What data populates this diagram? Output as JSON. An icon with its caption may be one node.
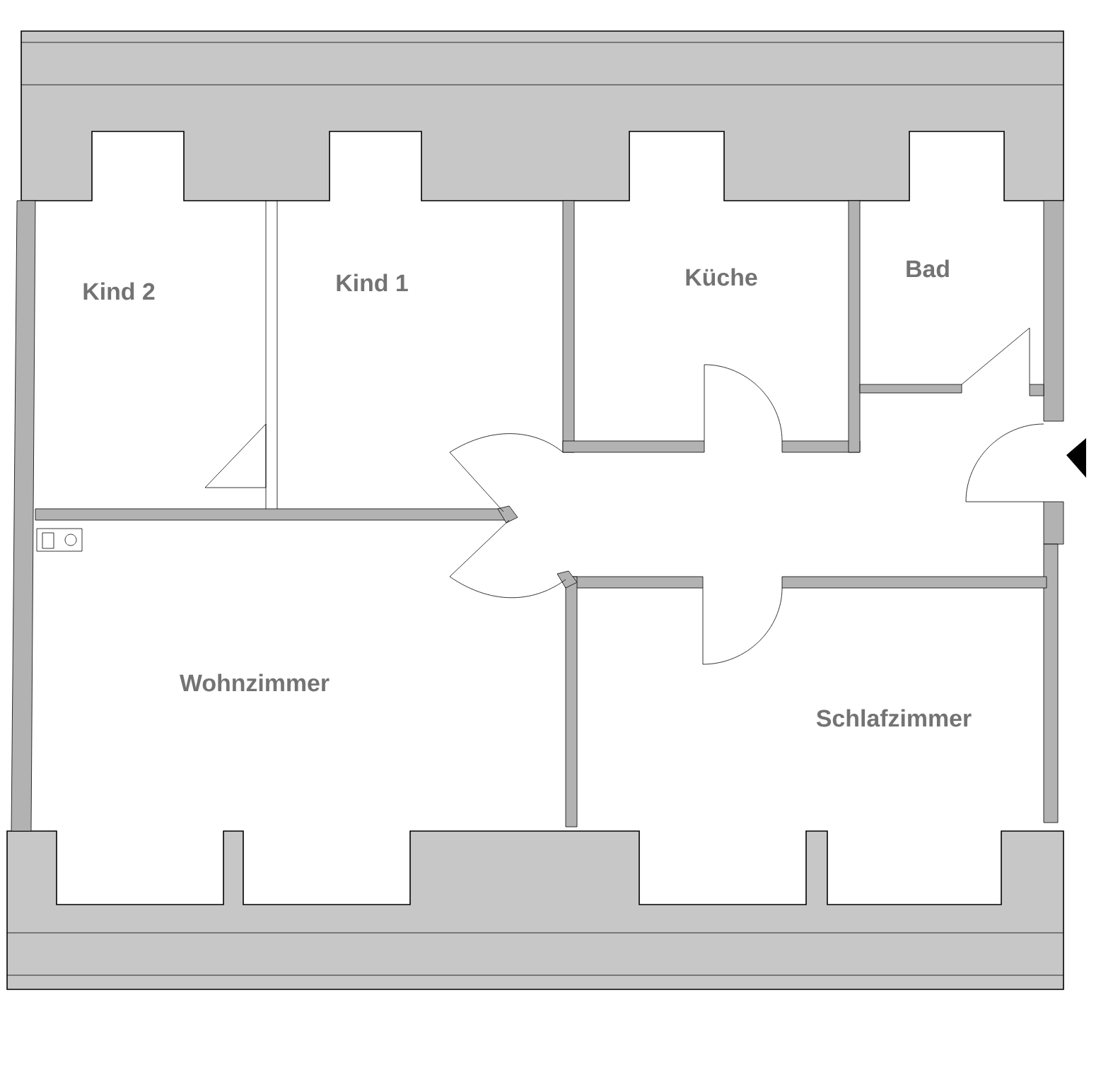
{
  "diagram": {
    "labels": [
      "Kind 2",
      "Kind 1",
      "Küche",
      "Bad",
      "Wohnzimmer",
      "Schlafzimmer"
    ]
  }
}
